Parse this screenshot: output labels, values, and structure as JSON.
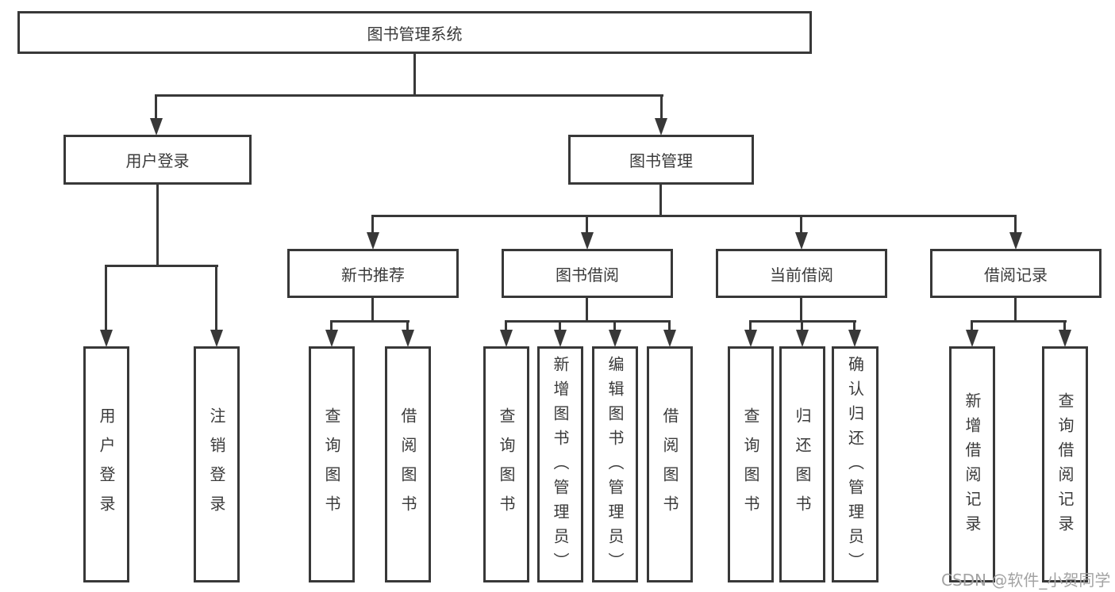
{
  "diagram": {
    "type": "hierarchy-tree",
    "colors": {
      "line": "#383838",
      "text": "#3a3a3a",
      "box_bg": "#ffffff",
      "bg": "#ffffff",
      "watermark": "#a3a3a3"
    },
    "root": {
      "label": "图书管理系统"
    },
    "branches": [
      {
        "label": "用户登录",
        "children": [
          {
            "label": "用户登录"
          },
          {
            "label": "注销登录"
          }
        ]
      },
      {
        "label": "图书管理",
        "children": [
          {
            "label": "新书推荐",
            "children": [
              {
                "label": "查询图书"
              },
              {
                "label": "借阅图书"
              }
            ]
          },
          {
            "label": "图书借阅",
            "children": [
              {
                "label": "查询图书"
              },
              {
                "label": "新增图书（管理员）"
              },
              {
                "label": "编辑图书（管理员）"
              },
              {
                "label": "借阅图书"
              }
            ]
          },
          {
            "label": "当前借阅",
            "children": [
              {
                "label": "查询图书"
              },
              {
                "label": "归还图书"
              },
              {
                "label": "确认归还（管理员）"
              }
            ]
          },
          {
            "label": "借阅记录",
            "children": [
              {
                "label": "新增借阅记录"
              },
              {
                "label": "查询借阅记录"
              }
            ]
          }
        ]
      }
    ],
    "watermark": "CSDN @软件_小贺同学"
  }
}
